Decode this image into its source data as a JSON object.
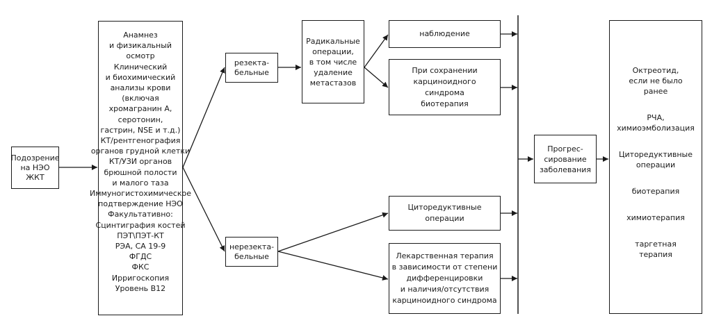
{
  "diagram": {
    "suspicion": {
      "lines": [
        "Подозрение",
        "на НЭО",
        "ЖКТ"
      ]
    },
    "examination": {
      "lines": [
        "Анамнез",
        "и физикальный",
        "осмотр",
        "Клинический",
        "и биохимический",
        "анализы крови",
        "(включая",
        "хромагранин А,",
        "серотонин,",
        "гастрин, NSE и т.д.)",
        "КТ/рентгенография",
        "органов грудной клетки",
        "КТ/УЗИ органов",
        "брюшной полости",
        "и малого таза",
        "Иммуногистохимическое",
        "подтверждение НЭО",
        "Факультативно:",
        "Сцинтиграфия костей",
        "ПЭТ\\ПЭТ-КТ",
        "РЭА, СА 19-9",
        "ФГДС",
        "ФКС",
        "Ирригоскопия",
        "Уровень В12"
      ]
    },
    "resectable": {
      "lines": [
        "резекта-",
        "бельные"
      ]
    },
    "nonresectable": {
      "lines": [
        "нерезекта-",
        "бельные"
      ]
    },
    "radical": {
      "lines": [
        "Радикальные",
        "операции,",
        "в том числе",
        "удаление",
        "метастазов"
      ]
    },
    "observation": {
      "lines": [
        "наблюдение"
      ]
    },
    "biotherapy": {
      "lines": [
        "При сохранении",
        "карциноидного",
        "синдрома",
        "биотерапия"
      ]
    },
    "cytoreductive": {
      "lines": [
        "Циторедуктивные",
        "операции"
      ]
    },
    "drug_therapy": {
      "lines": [
        "Лекарственная терапия",
        "в зависимости от степени",
        "дифференцировки",
        "и наличия/отсутствия",
        "карциноидного синдрома"
      ]
    },
    "progression": {
      "lines": [
        "Прогрес-",
        "сирование",
        "заболевания"
      ]
    },
    "options": {
      "items": [
        [
          "Октреотид,",
          "если не было",
          "ранее"
        ],
        [
          "РЧА,",
          "химиоэмболизация"
        ],
        [
          "Циторедуктивные",
          "операции"
        ],
        [
          "биотерапия"
        ],
        [
          "химиотерапия"
        ],
        [
          "таргетная",
          "терапия"
        ]
      ]
    }
  }
}
